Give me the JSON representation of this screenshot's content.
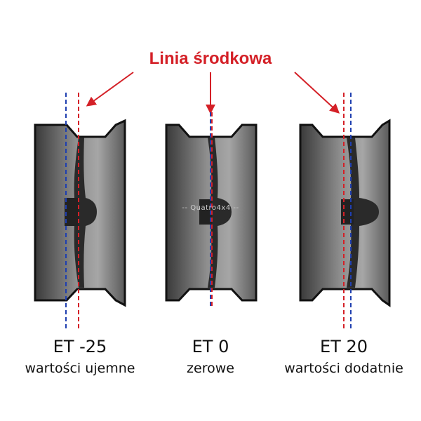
{
  "title": "Linia środkowa",
  "watermark": "-- Quatro4x4 --",
  "colors": {
    "title": "#d42027",
    "arrow": "#d42027",
    "centerline": "#d42027",
    "mounting_line": "#1f3fb0",
    "rim_outline": "#111111",
    "rim_fill_dark": "#4a4a4a",
    "rim_fill_light": "#9a9a9a",
    "disc": "#2a2a2a"
  },
  "wheels": [
    {
      "et_label": "ET -25",
      "description": "wartości ujemne",
      "offset_type": "negative"
    },
    {
      "et_label": "ET 0",
      "description": "zerowe",
      "offset_type": "zero"
    },
    {
      "et_label": "ET 20",
      "description": "wartości dodatnie",
      "offset_type": "positive"
    }
  ]
}
